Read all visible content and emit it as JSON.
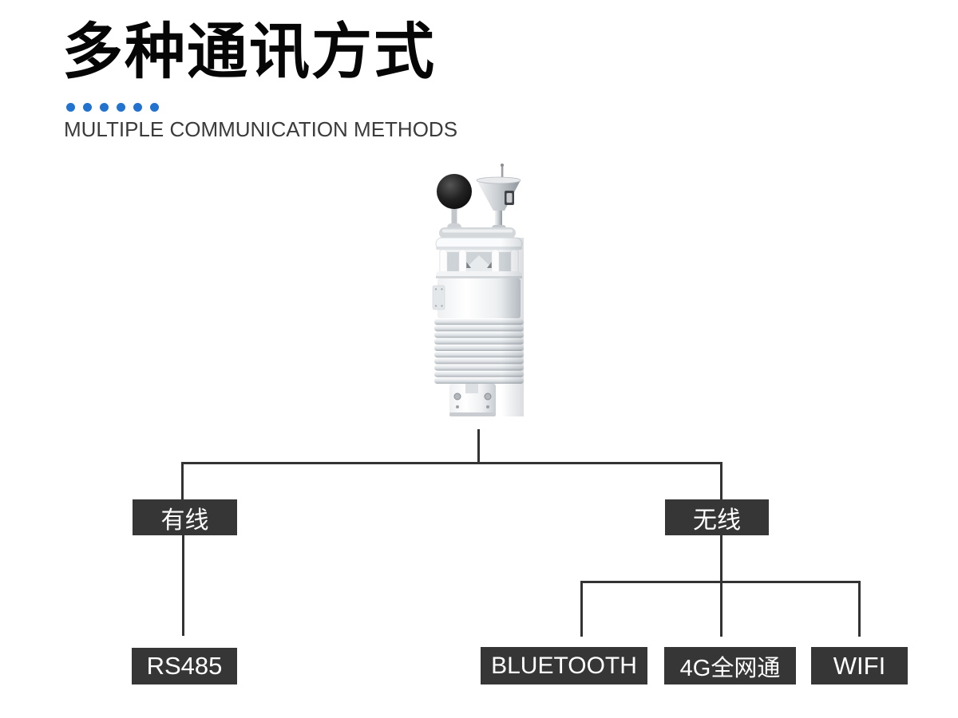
{
  "header": {
    "title": "多种通讯方式",
    "subtitle": "MULTIPLE COMMUNICATION METHODS",
    "dot_count": 6
  },
  "colors": {
    "accent_blue": "#2273cf",
    "node_bg": "#363636",
    "node_text": "#ffffff",
    "line": "#333333",
    "title_text": "#060606",
    "subtitle_text": "#3b3b3b"
  },
  "product": {
    "image": "weather-station-sensor-illustration"
  },
  "tree": {
    "level1": [
      {
        "label": "有线"
      },
      {
        "label": "无线"
      }
    ],
    "leaves_wired": [
      {
        "label": "RS485"
      }
    ],
    "leaves_wireless": [
      {
        "label": "BLUETOOTH"
      },
      {
        "label": "4G全网通"
      },
      {
        "label": "WIFI"
      }
    ]
  }
}
